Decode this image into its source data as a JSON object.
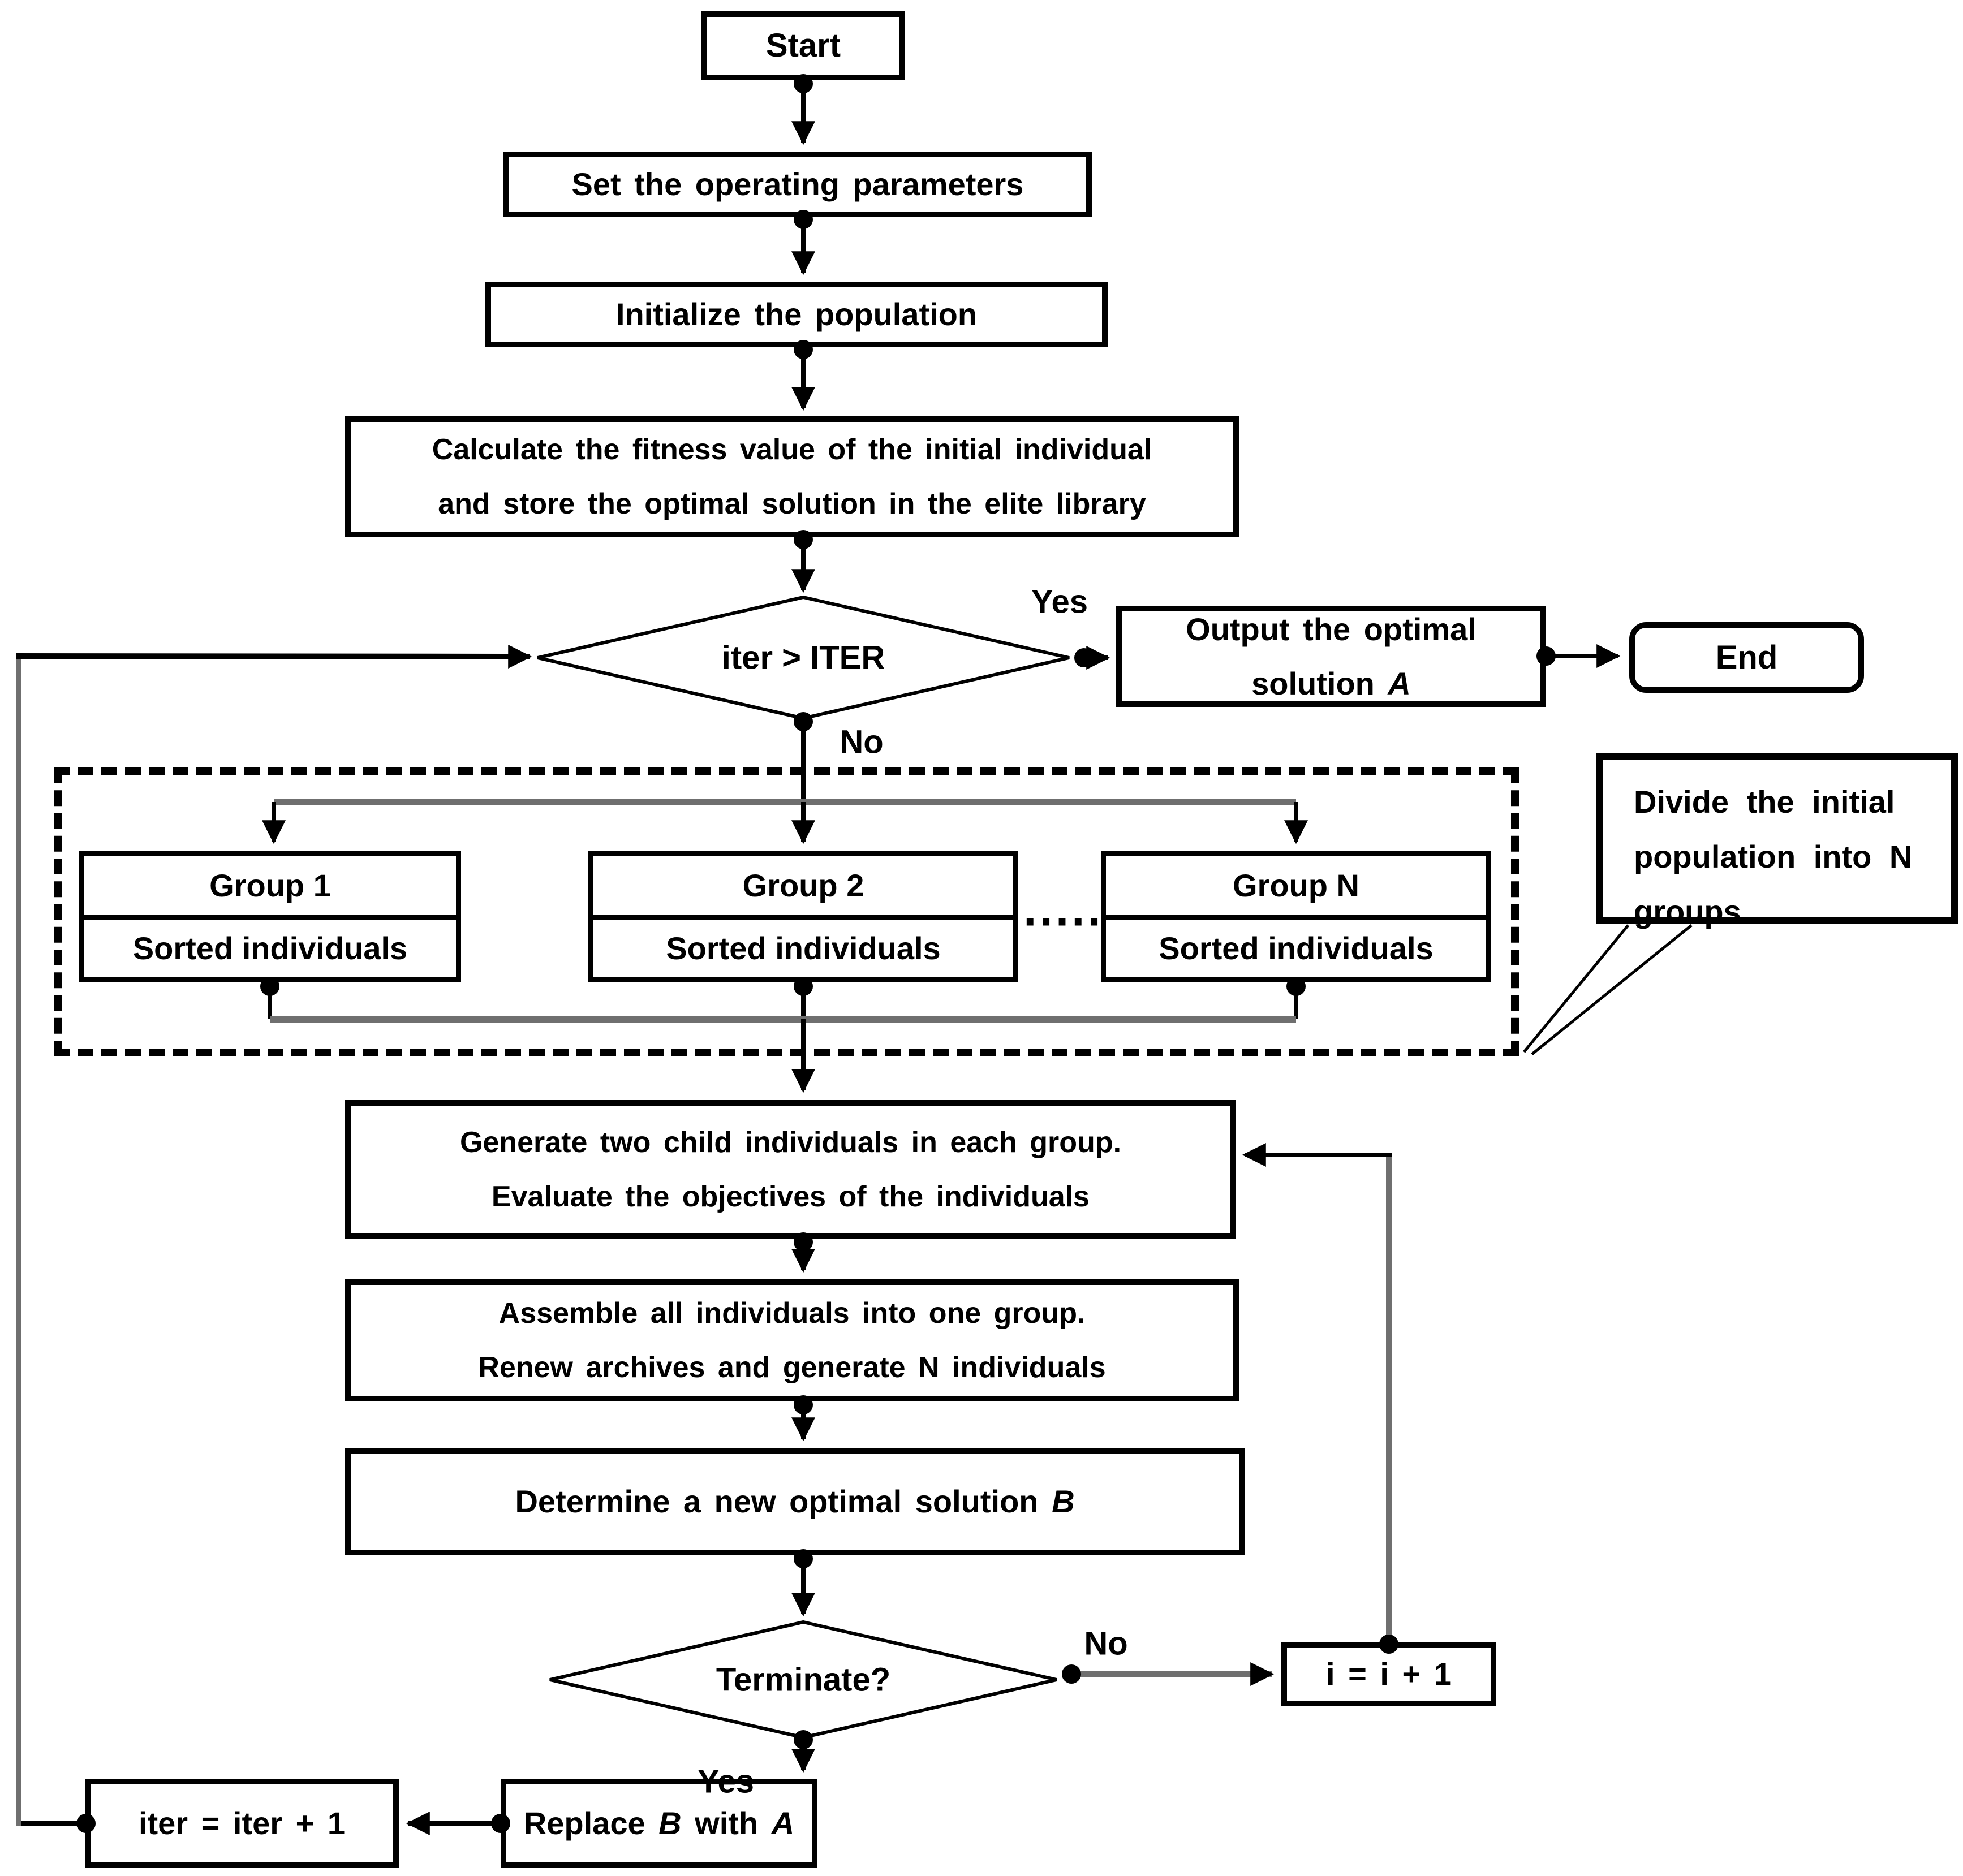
{
  "flowchart": {
    "nodes": {
      "start": "Start",
      "set_params": "Set the operating parameters",
      "init_population": "Initialize the population",
      "calc_fitness_line1": "Calculate the fitness value of the initial individual",
      "calc_fitness_line2": "and store the optimal solution in the elite library",
      "iter_check": "iter > ITER",
      "output_line1": "Output the optimal",
      "output_line2_prefix": "solution ",
      "output_line2_italic": "A",
      "end": "End",
      "group1_title": "Group 1",
      "group2_title": "Group 2",
      "groupN_title": "Group N",
      "sorted_individuals": "Sorted individuals",
      "generate_line1": "Generate two child individuals in each group.",
      "generate_line2": "Evaluate the objectives of the individuals",
      "assemble_line1": "Assemble all individuals into one group.",
      "assemble_line2": "Renew archives and generate N individuals",
      "determine_prefix": "Determine a new optimal solution ",
      "determine_italic": "B",
      "terminate_check": "Terminate?",
      "i_increment": "i = i + 1",
      "replace_part1": "Replace ",
      "replace_italic1": "B",
      "replace_part2": " with ",
      "replace_italic2": "A",
      "iter_increment": "iter = iter + 1"
    },
    "callout": {
      "line1": "Divide the initial",
      "line2": "population into N",
      "line3": "groups"
    },
    "edge_labels": {
      "yes_top": "Yes",
      "no_top": "No",
      "no_bottom": "No",
      "yes_bottom": "Yes",
      "ellipsis": "....."
    },
    "colors": {
      "line": "#000000",
      "loop_line": "#6f6f6f",
      "background": "#ffffff",
      "text": "#000000"
    }
  }
}
